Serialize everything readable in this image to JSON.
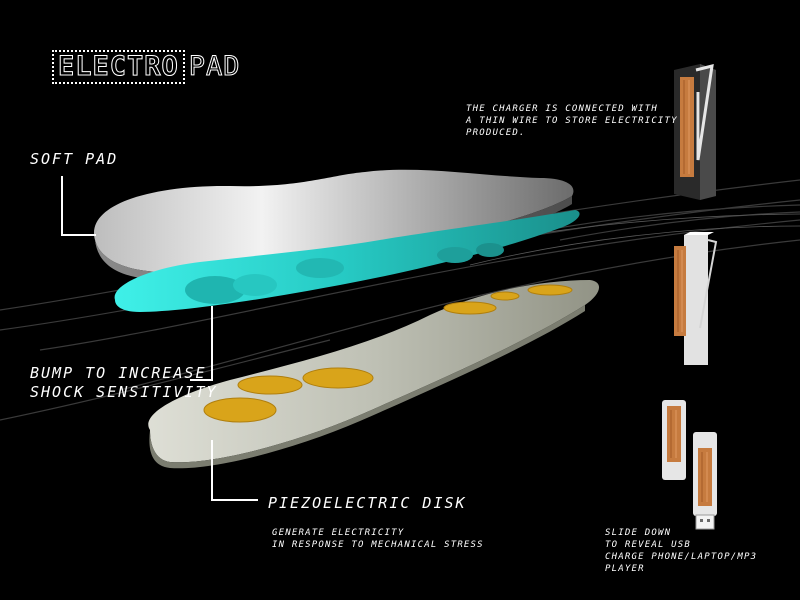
{
  "logo": {
    "boxed": "ELECTRO",
    "suffix": "PAD"
  },
  "labels": {
    "soft_pad": "SOFT PAD",
    "bump": "BUMP TO INCREASE\nSHOCK SENSITIVITY",
    "piezo": "PIEZOELECTRIC DISK"
  },
  "notes": {
    "generate": "GENERATE ELECTRICITY\n IN RESPONSE TO MECHANICAL STRESS",
    "charger": "THE CHARGER IS CONNECTED WITH\nA THIN WIRE TO STORE ELECTRICITY\nPRODUCED.",
    "slide": "SLIDE DOWN\nTO REVEAL USB\nCHARGE PHONE/LAPTOP/MP3 PLAYER"
  },
  "colors": {
    "background": "#000000",
    "soft_pad": "#d8d8d8",
    "cyan_layer": "#2fd6d0",
    "base_layer": "#e6e8dc",
    "piezo_disk": "#d9a41a",
    "wood": "#c67b3f"
  }
}
